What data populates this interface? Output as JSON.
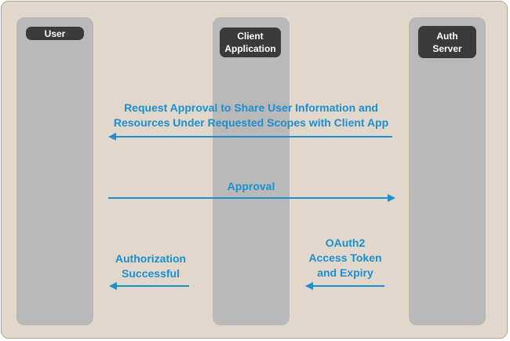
{
  "participants": {
    "user": "User",
    "client": "Client\nApplication",
    "auth": "Auth\nServer"
  },
  "messages": {
    "request_approval": "Request Approval to Share User Information and\nResources Under Requested Scopes with Client App",
    "approval": "Approval",
    "token": "OAuth2\nAccess Token\nand Expiry",
    "authorization": "Authorization\nSuccessful"
  },
  "colors": {
    "background": "#e1d7cb",
    "lane": "#b9b9b9",
    "header": "#3a3a3a",
    "arrow": "#1b8fd0"
  }
}
